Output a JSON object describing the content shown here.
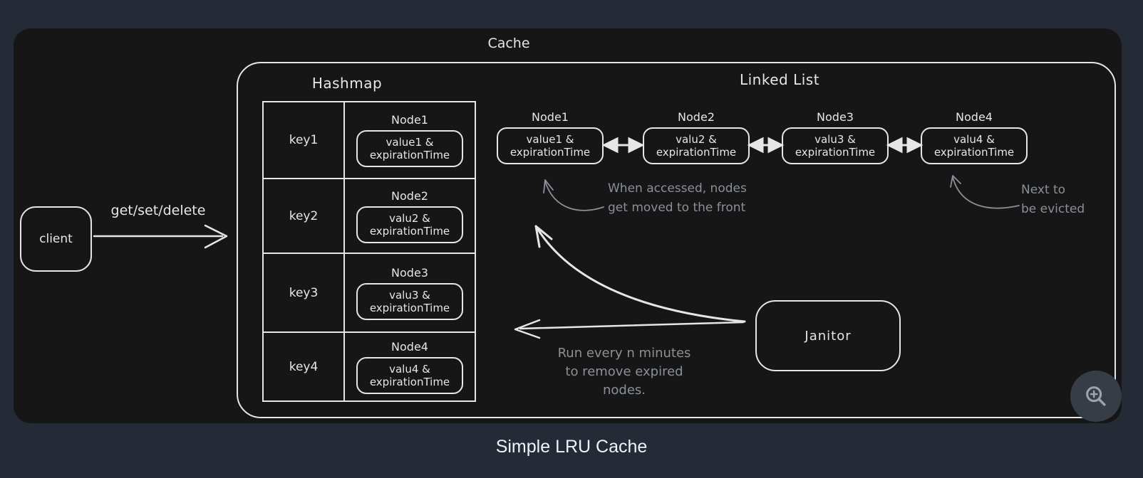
{
  "page": {
    "caption": "Simple LRU Cache"
  },
  "colors": {
    "page_bg": "#242b36",
    "canvas_bg": "#161616",
    "stroke": "#e6e6e6",
    "annotation": "#8a9099",
    "caption_text": "#f0f2f4",
    "zoom_button_bg": "#363d47",
    "zoom_icon": "#9aa3ae"
  },
  "cache": {
    "label": "Cache"
  },
  "client": {
    "label": "client",
    "arrow_label": "get/set/delete"
  },
  "hashmap": {
    "label": "Hashmap",
    "rows": [
      {
        "key": "key1",
        "node": "Node1",
        "value_line1": "value1 &",
        "value_line2": "expirationTime"
      },
      {
        "key": "key2",
        "node": "Node2",
        "value_line1": "valu2 &",
        "value_line2": "expirationTime"
      },
      {
        "key": "key3",
        "node": "Node3",
        "value_line1": "valu3 &",
        "value_line2": "expirationTime"
      },
      {
        "key": "key4",
        "node": "Node4",
        "value_line1": "valu4 &",
        "value_line2": "expirationTime"
      }
    ]
  },
  "linked_list": {
    "label": "Linked List",
    "nodes": [
      {
        "label": "Node1",
        "value_line1": "value1 &",
        "value_line2": "expirationTime"
      },
      {
        "label": "Node2",
        "value_line1": "valu2 &",
        "value_line2": "expirationTime"
      },
      {
        "label": "Node3",
        "value_line1": "valu3 &",
        "value_line2": "expirationTime"
      },
      {
        "label": "Node4",
        "value_line1": "valu4 &",
        "value_line2": "expirationTime"
      }
    ]
  },
  "janitor": {
    "label": "Janitor",
    "note_line1": "Run every n minutes",
    "note_line2": "to remove expired",
    "note_line3": "nodes."
  },
  "annotations": {
    "accessed_line1": "When accessed, nodes",
    "accessed_line2": "get moved to the front",
    "evicted_line1": "Next to",
    "evicted_line2": "be evicted"
  },
  "zoom_button": {
    "icon": "zoom-in"
  }
}
